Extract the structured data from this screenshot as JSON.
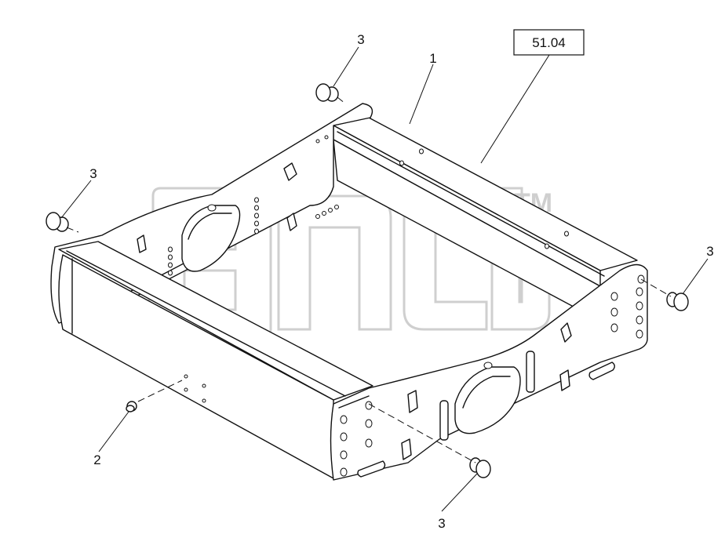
{
  "diagram": {
    "reference_box": "51.04",
    "callouts": [
      {
        "id": "callout-1",
        "label": "1"
      },
      {
        "id": "callout-2",
        "label": "2"
      },
      {
        "id": "callout-3-top",
        "label": "3"
      },
      {
        "id": "callout-3-left",
        "label": "3"
      },
      {
        "id": "callout-3-right",
        "label": "3"
      },
      {
        "id": "callout-3-bottom",
        "label": "3"
      }
    ],
    "watermark": {
      "trademark": "TM"
    }
  }
}
